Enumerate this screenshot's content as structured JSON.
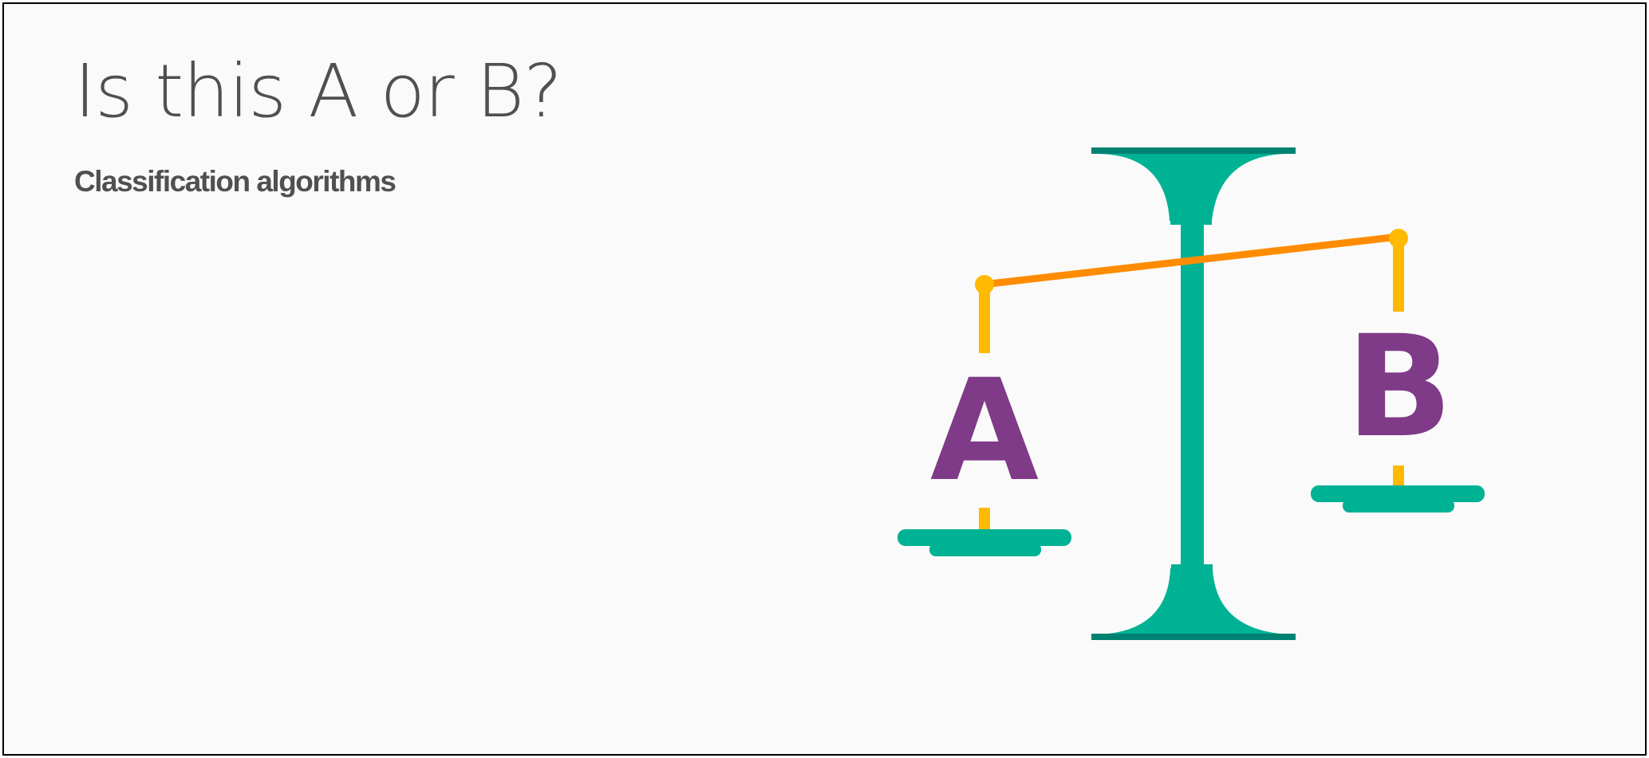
{
  "slide": {
    "title": "Is this A or B?",
    "subtitle": "Classification algorithms"
  },
  "scale": {
    "left_pan_label": "A",
    "right_pan_label": "B"
  },
  "colors": {
    "background": "#fafafa",
    "text": "#505050",
    "stand": "#00b294",
    "stand_dark": "#008272",
    "beam": "#ff8c00",
    "chain": "#ffb900",
    "letters": "#7f3b87"
  }
}
